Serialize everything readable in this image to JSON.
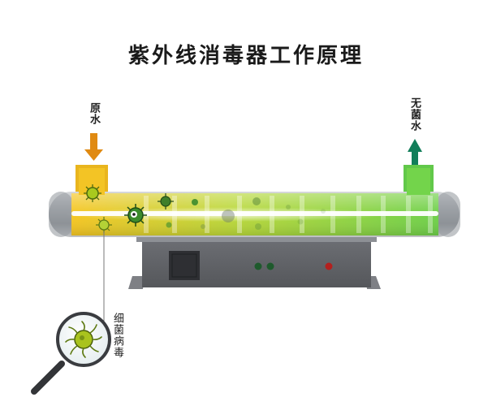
{
  "title": "紫外线消毒器工作原理",
  "labels": {
    "inlet": "原水",
    "outlet": "无菌水",
    "callout": "细菌病毒"
  },
  "colors": {
    "inlet_arrow": "#e08a12",
    "outlet_arrow": "#127e5a",
    "water_start": "#f5c623",
    "water_end": "#6fd04a",
    "cabinet": "#5f6166",
    "pipe_metal": "#9a9ea4",
    "green_led": "#1e5a2c",
    "red_led": "#b3201e"
  }
}
